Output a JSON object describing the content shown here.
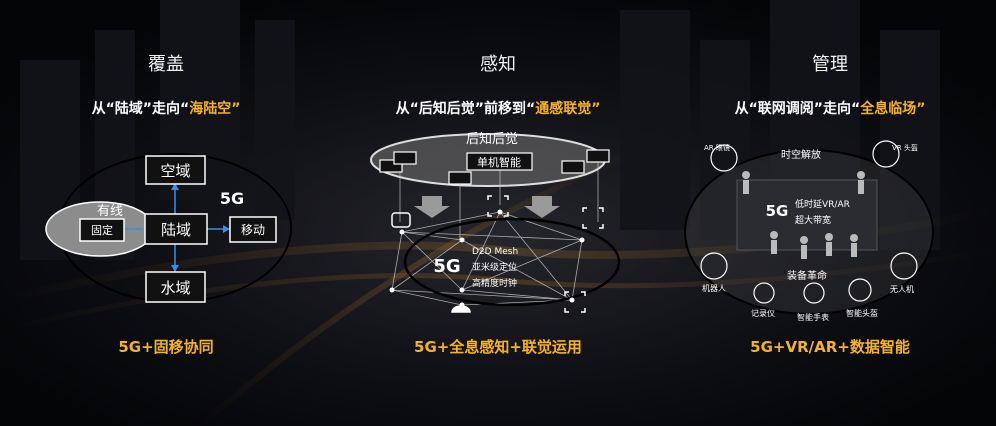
{
  "colors": {
    "accent": "#f6b321",
    "background": "#0b0d12",
    "line": "#ffffff"
  },
  "columns": [
    {
      "title": "覆盖",
      "subtitle_prefix": "从“陆域”走向“",
      "subtitle_highlight": "海陆空",
      "subtitle_suffix": "”",
      "diagram": {
        "top_box": "空域",
        "center_box": "陆域",
        "bottom_box": "水域",
        "right_box": "移动",
        "wired_label": "有线",
        "fixed_box": "固定",
        "tag_5g": "5G"
      },
      "footer": "5G+固移协同"
    },
    {
      "title": "感知",
      "subtitle_prefix": "从“后知后觉”前移到“",
      "subtitle_highlight": "通感联觉",
      "subtitle_suffix": "”",
      "diagram": {
        "cloud_label": "后知后觉",
        "single_machine": "单机智能",
        "tag_5g": "5G",
        "features": [
          "D2D Mesh",
          "亚米级定位",
          "高精度时钟"
        ]
      },
      "footer": "5G+全息感知+联觉运用"
    },
    {
      "title": "管理",
      "subtitle_prefix": "从“联网调阅”走向“",
      "subtitle_highlight": "全息临场",
      "subtitle_suffix": "”",
      "diagram": {
        "ar_glasses": "AR\n眼镜",
        "vr_headset": "VR\n头盔",
        "spacetime": "时空解放",
        "tag_5g": "5G",
        "low_latency": "低时延VR/AR",
        "ultra_bandwidth": "超大带宽",
        "equipment": "装备革命",
        "robot": "机器人",
        "recorder": "记录仪",
        "smartwatch": "智能手表",
        "smart_helmet": "智能头盔",
        "drone": "无人机"
      },
      "footer": "5G+VR/AR+数据智能"
    }
  ]
}
